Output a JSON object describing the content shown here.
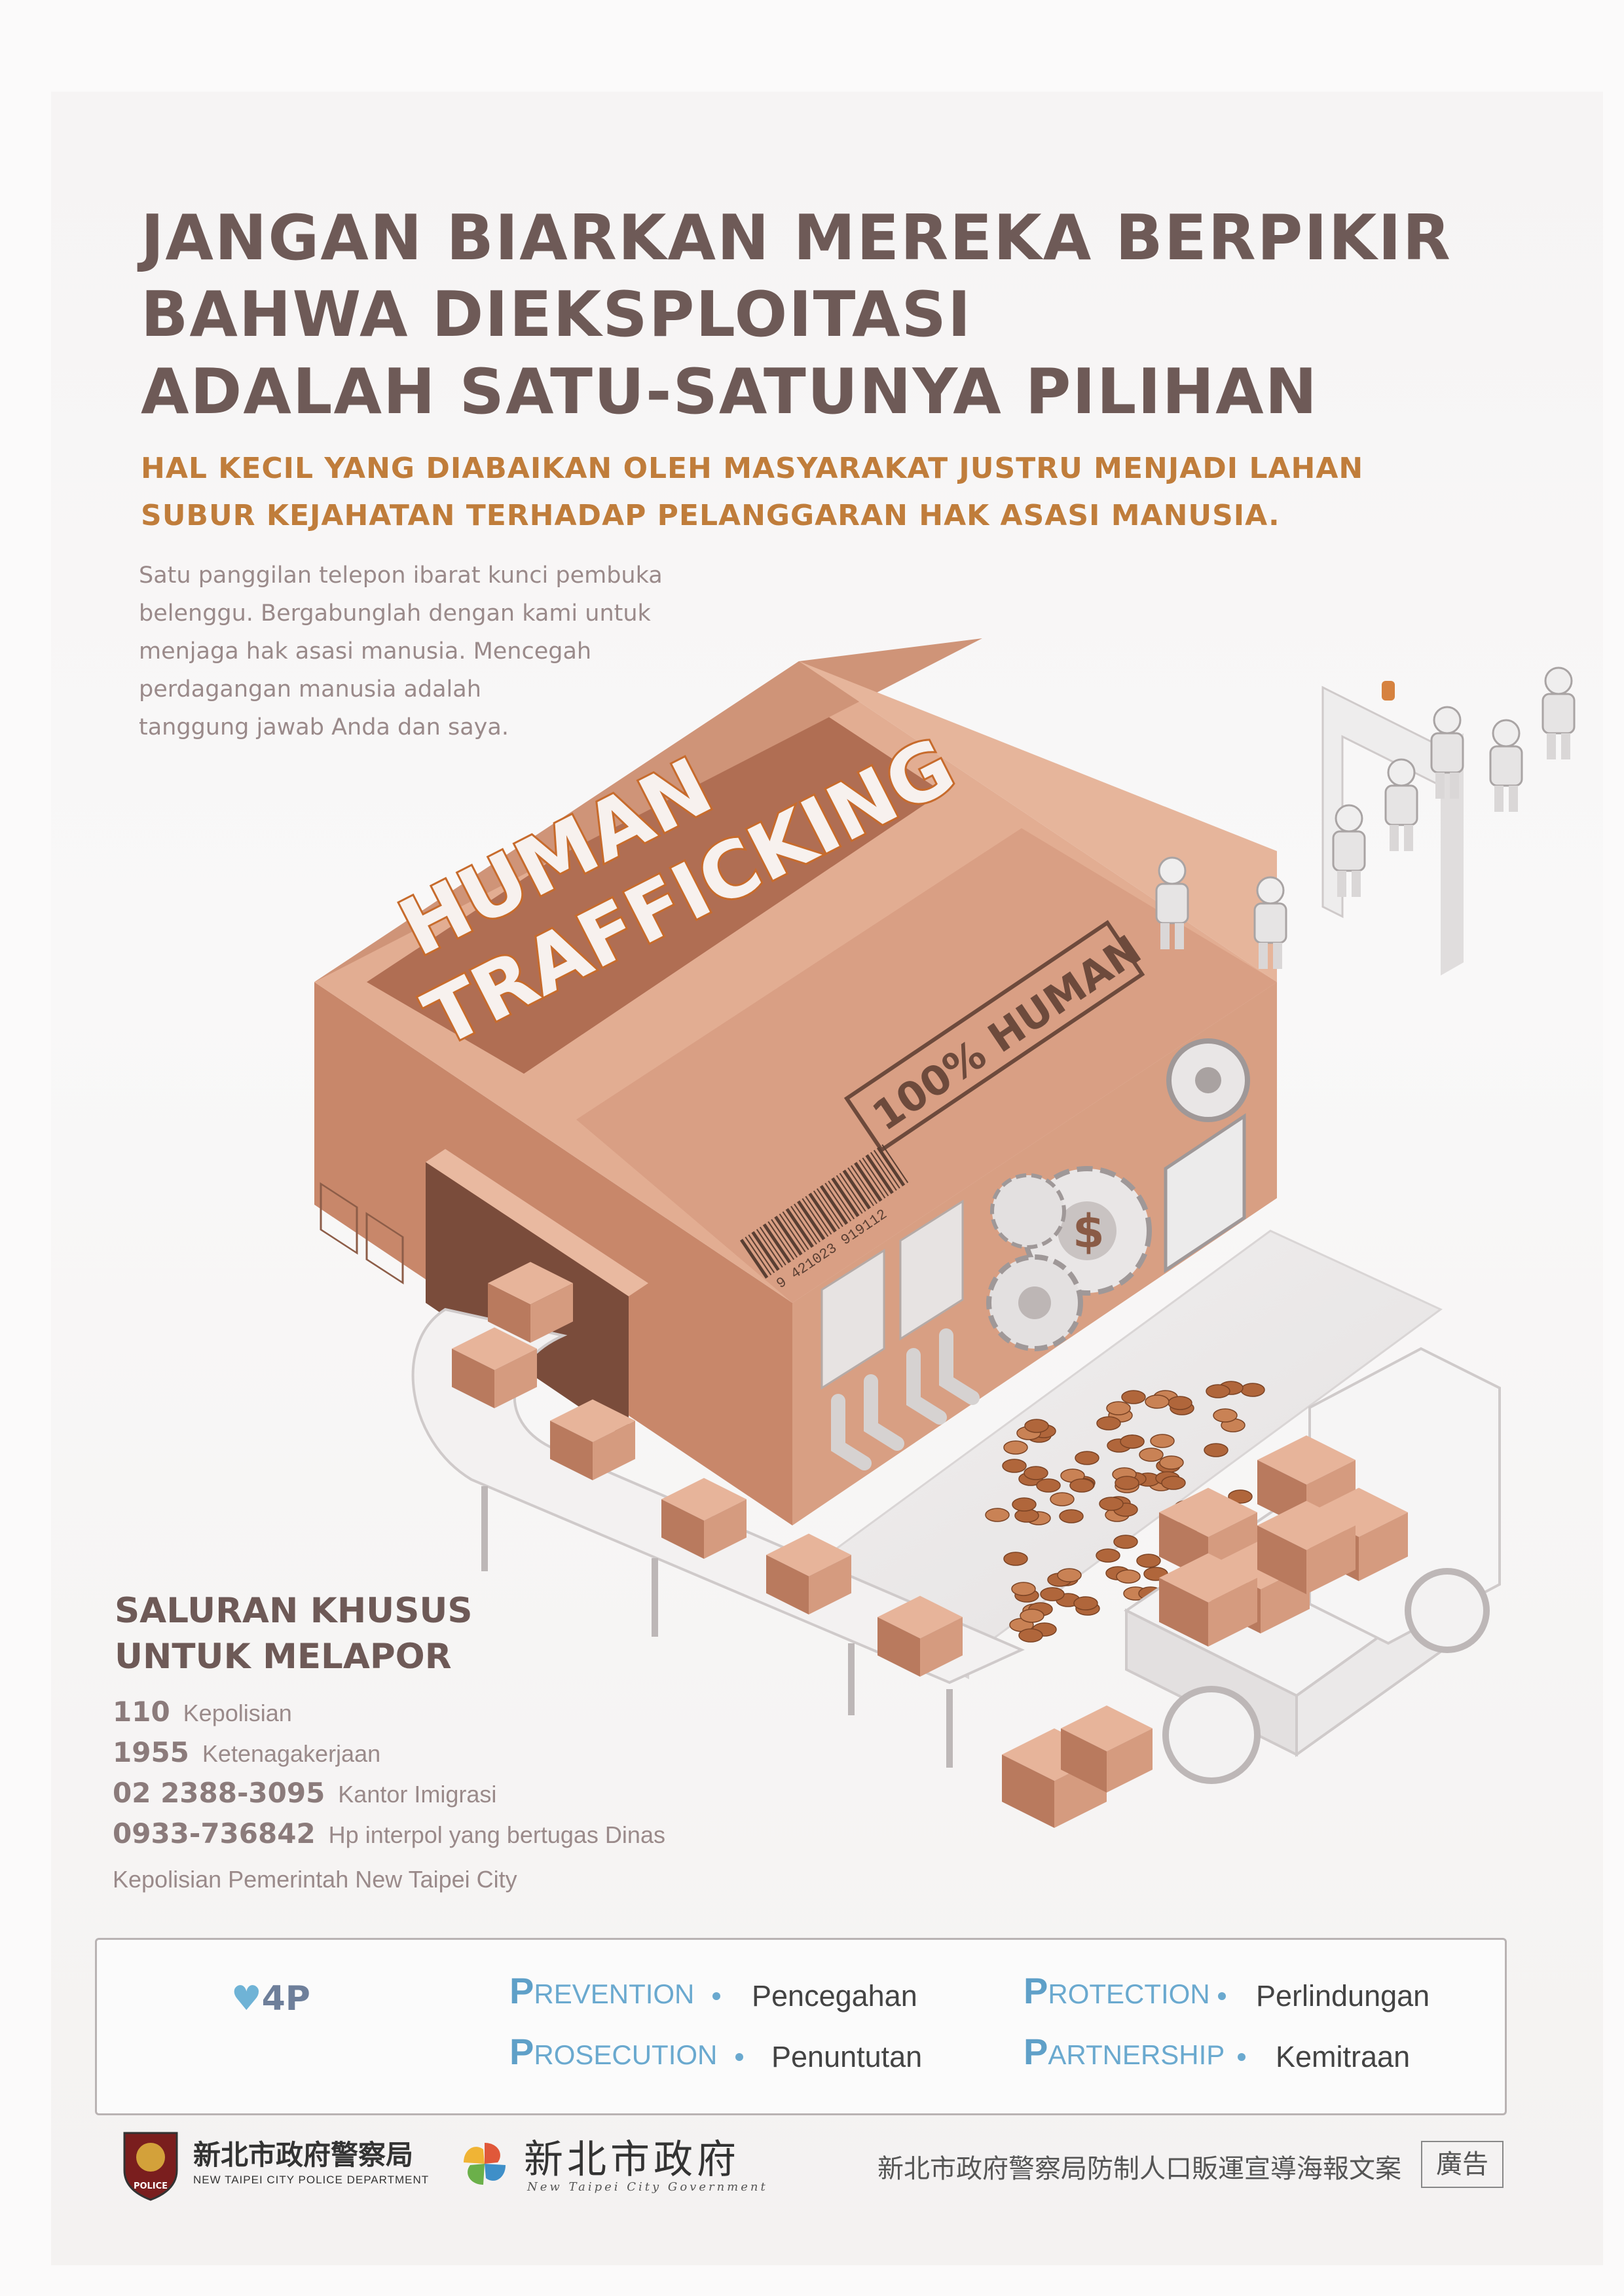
{
  "headline": {
    "line1": "JANGAN BIARKAN MEREKA BERPIKIR",
    "line2": "BAHWA DIEKSPLOITASI",
    "line3": "ADALAH SATU-SATUNYA PILIHAN"
  },
  "subheadline": {
    "line1": "HAL KECIL YANG DIABAIKAN OLEH MASYARAKAT JUSTRU MENJADI LAHAN",
    "line2": "SUBUR  KEJAHATAN TERHADAP PELANGGARAN HAK ASASI MANUSIA."
  },
  "body": {
    "line1": "Satu panggilan telepon ibarat kunci pembuka",
    "line2": "belenggu. Bergabunglah dengan kami untuk",
    "line3": "menjaga hak asasi manusia. Mencegah",
    "line4": "perdagangan manusia adalah",
    "line5": "tanggung jawab Anda dan saya."
  },
  "illustration": {
    "box_text_1": "HUMAN",
    "box_text_2": "TRAFFICKING",
    "stamp": "100% HUMAN",
    "barcode": "9 421023 919112",
    "colors": {
      "box": "#d59b7f",
      "box_dark": "#b97a5e",
      "box_light": "#e7b49a",
      "platform": "#e9e7e7",
      "coin": "#b0663b"
    }
  },
  "hotline": {
    "title1": "SALURAN KHUSUS",
    "title2": "UNTUK MELAPOR",
    "items": [
      {
        "number": "110",
        "label": "Kepolisian"
      },
      {
        "number": "1955",
        "label": "Ketenagakerjaan"
      },
      {
        "number": "02 2388-3095",
        "label": "Kantor Imigrasi"
      },
      {
        "number": "0933-736842",
        "label": "Hp interpol yang bertugas Dinas"
      }
    ],
    "note": "Kepolisian Pemerintah New Taipei City"
  },
  "p4": {
    "logo_icon": "heart-icon",
    "logo_text": "4P",
    "terms": [
      {
        "cap": "P",
        "rest": "REVENTION",
        "translation": "Pencegahan"
      },
      {
        "cap": "P",
        "rest": "ROTECTION",
        "translation": "Perlindungan"
      },
      {
        "cap": "P",
        "rest": "ROSECUTION",
        "translation": "Penuntutan"
      },
      {
        "cap": "P",
        "rest": "ARTNERSHIP",
        "translation": "Kemitraan"
      }
    ],
    "accent": "#6aa9cf"
  },
  "footer": {
    "police_badge_text": "POLICE",
    "dept_zh": "新北市政府警察局",
    "dept_en": "NEW TAIPEI CITY POLICE DEPARTMENT",
    "gov_zh": "新北市政府",
    "gov_en": "New Taipei City Government",
    "slogan": "新北市政府警察局防制人口販運宣導海報文案",
    "ad": "廣告"
  }
}
